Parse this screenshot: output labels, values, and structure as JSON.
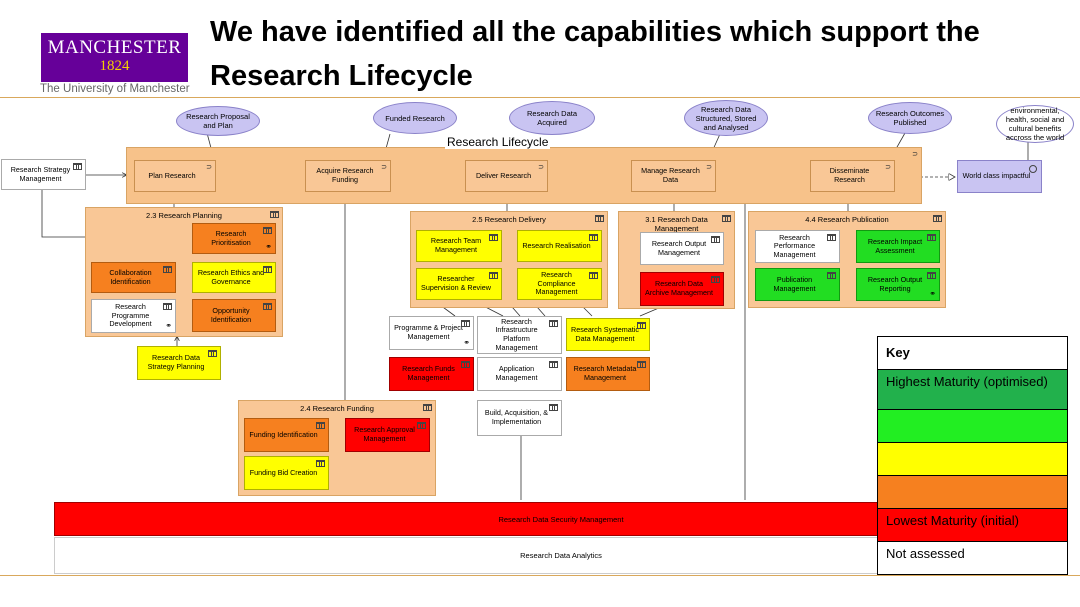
{
  "title": "We have identified all the capabilities which support the Research Lifecycle",
  "logo": {
    "name": "MANCHESTER",
    "year": "1824",
    "subtitle": "The University of Manchester"
  },
  "lifecycle": {
    "label": "Research Lifecycle",
    "stages": [
      "Plan Research",
      "Acquire Research Funding",
      "Deliver Research",
      "Manage Research Data",
      "Disseminate Research"
    ],
    "outcomes": [
      "Research Proposal and Plan",
      "Funded Research",
      "Research Data Acquired",
      "Research Data Structured, Stored and Analysed",
      "Research Outcomes Published"
    ],
    "strategy": "Research Strategy Management",
    "world_class": "World class impactful",
    "benefits": "environmental, health, social and cultural benefits accross the world"
  },
  "groups": {
    "planning": {
      "label": "2.3 Research Planning",
      "items": [
        "Research Prioritisation",
        "Collaboration Identification",
        "Research Ethics and Governance",
        "Research Programme Development",
        "Opportunity Identification"
      ]
    },
    "delivery": {
      "label": "2.5 Research Delivery",
      "items": [
        "Research Team Management",
        "Research Realisation",
        "Researcher Supervision & Review",
        "Research Compliance Management"
      ]
    },
    "data": {
      "label": "3.1 Research Data Management",
      "items": [
        "Research Output Management",
        "Research Data Archive Management"
      ]
    },
    "publication": {
      "label": "4.4 Research Publication",
      "items": [
        "Research Performance Management",
        "Research Impact Assessment",
        "Publication Management",
        "Research Output Reporting"
      ]
    },
    "funding": {
      "label": "2.4 Research Funding",
      "items": [
        "Funding Identification",
        "Research Approval Management",
        "Funding Bid Creation"
      ]
    }
  },
  "standalone": {
    "strategy_planning": "Research Data Strategy Planning",
    "programme": "Programme & Project Management",
    "infrastructure": "Research Infrastructure Platform Management",
    "systematic": "Research Systematic Data Management",
    "funds": "Research Funds Management",
    "application": "Application Management",
    "metadata": "Research Metadata Management",
    "build": "Build, Acquisition, & Implementation"
  },
  "bars": {
    "security": "Research Data Security Management",
    "analytics": "Research Data Analytics"
  },
  "key": {
    "title": "Key",
    "rows": [
      {
        "label": "Highest Maturity (optimised)",
        "color": "#22b14c"
      },
      {
        "label": "",
        "color": "#22ee22"
      },
      {
        "label": "",
        "color": "#ffff00"
      },
      {
        "label": "",
        "color": "#f6801f"
      },
      {
        "label": "Lowest Maturity (initial)",
        "color": "#ff0000"
      },
      {
        "label": "Not assessed",
        "color": "#ffffff"
      }
    ]
  }
}
